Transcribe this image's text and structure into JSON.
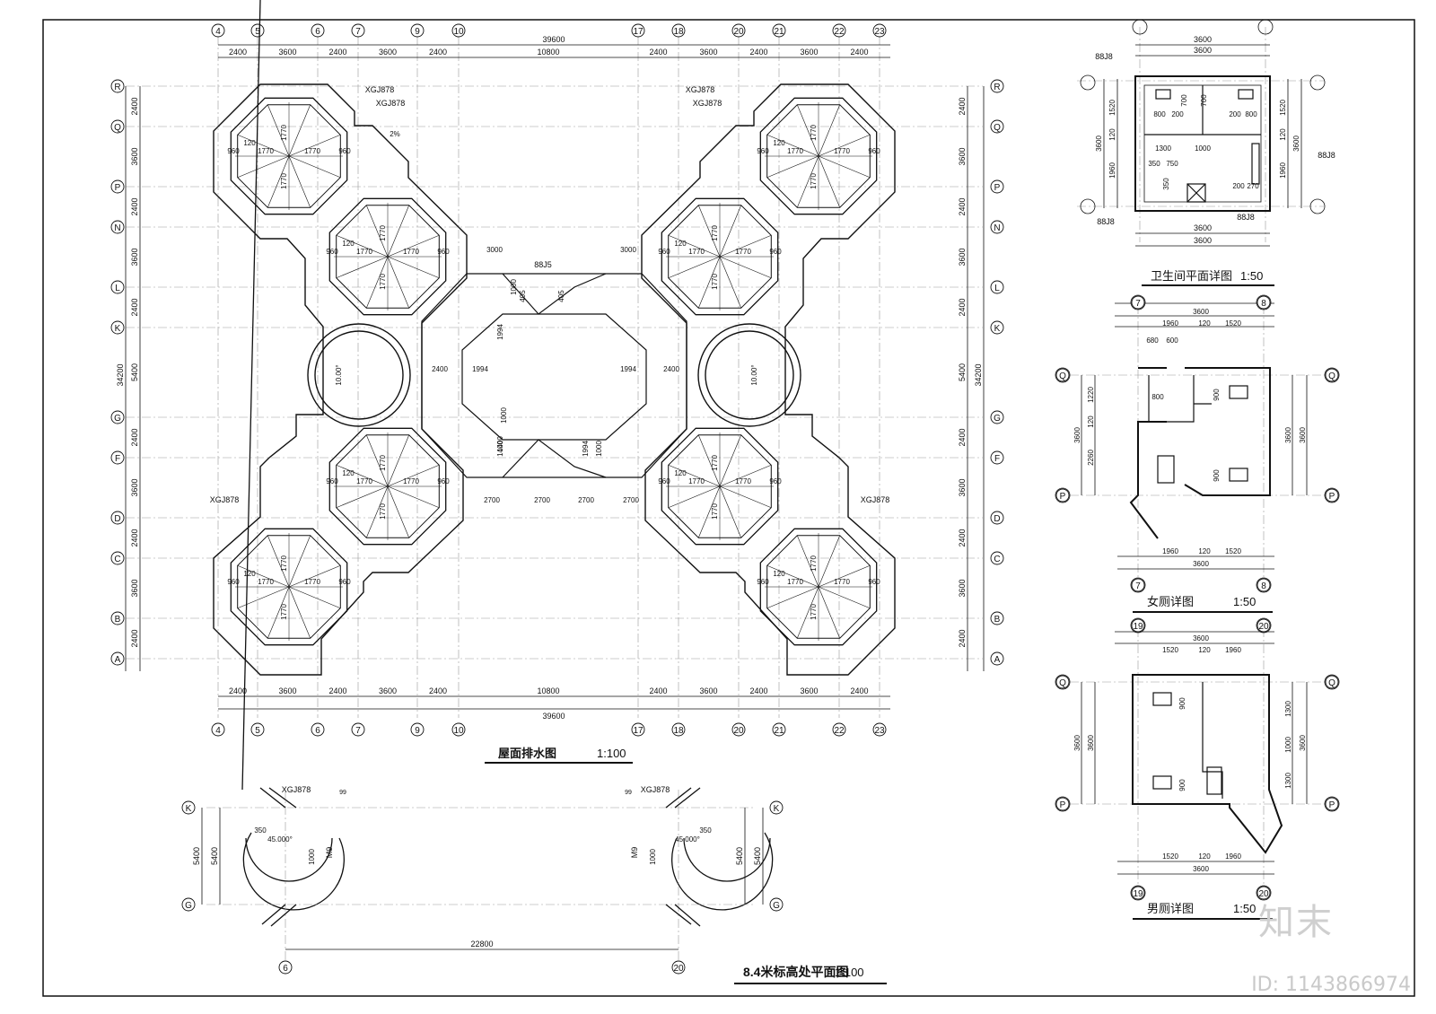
{
  "roof_plan": {
    "title": "屋面排水图",
    "scale": "1:100",
    "top_axes": [
      "4",
      "5",
      "6",
      "7",
      "9",
      "10",
      "17",
      "18",
      "20",
      "21",
      "22",
      "23"
    ],
    "bottom_axes": [
      "4",
      "5",
      "6",
      "7",
      "9",
      "10",
      "17",
      "18",
      "20",
      "21",
      "22",
      "23"
    ],
    "left_axes": [
      "R",
      "Q",
      "P",
      "N",
      "L",
      "K",
      "G",
      "F",
      "D",
      "C",
      "B",
      "A"
    ],
    "right_axes": [
      "R",
      "Q",
      "P",
      "N",
      "L",
      "K",
      "G",
      "F",
      "D",
      "C",
      "B",
      "A"
    ],
    "top_total": "39600",
    "top_dims": [
      "2400",
      "3600",
      "2400",
      "3600",
      "2400",
      "10800",
      "2400",
      "3600",
      "2400",
      "3600",
      "2400"
    ],
    "bottom_total": "39600",
    "bottom_dims": [
      "2400",
      "3600",
      "2400",
      "3600",
      "2400",
      "10800",
      "2400",
      "3600",
      "2400",
      "3600",
      "2400"
    ],
    "left_total": "34200",
    "side_dims": [
      "2400",
      "3600",
      "2400",
      "3600",
      "2400",
      "5400",
      "2400",
      "3600",
      "2400",
      "3600",
      "2400"
    ],
    "right_total": "34200",
    "octagon_dims": {
      "a": "1770",
      "b": "960",
      "c": "120"
    },
    "round_roof": "10.00°",
    "center_dims": [
      "3000",
      "3000",
      "2400",
      "1994",
      "1994",
      "2400",
      "1994",
      "1400",
      "1000",
      "2700",
      "2700",
      "2700",
      "2700",
      "1400",
      "1000",
      "1994",
      "1000",
      "405",
      "405"
    ],
    "refs": [
      "XGJ878",
      "88J5",
      "XGJ878",
      "XGJ878",
      "XGJ878",
      "XGJ878",
      "XGJ878"
    ],
    "slope": "2%"
  },
  "level_plan": {
    "title": "8.4米标高处平面图",
    "scale": "1:100",
    "axes_left": [
      "K",
      "G"
    ],
    "axes_right": [
      "K",
      "G"
    ],
    "axes_bottom": [
      "6",
      "20"
    ],
    "dim_total": "22800",
    "dims_side": [
      "5400",
      "5400"
    ],
    "ref": "XGJ878",
    "ref_num": "99",
    "door": "M9",
    "dim_door": "1000",
    "angle": "45.000°",
    "small_dims": [
      "350",
      "350"
    ]
  },
  "toilet_plan": {
    "title": "卫生间平面详图",
    "scale": "1:50",
    "dims_top": [
      "3600",
      "3600"
    ],
    "dims_bottom": [
      "3600",
      "3600"
    ],
    "dims_left": [
      "3600",
      "1520",
      "120",
      "1960"
    ],
    "dims_right": [
      "3600",
      "1520",
      "120",
      "1960"
    ],
    "inner": [
      "800",
      "200",
      "700",
      "700",
      "200",
      "800",
      "1300",
      "1000",
      "350",
      "750",
      "350",
      "200",
      "270"
    ],
    "refs": [
      "88J8",
      "88J8",
      "88J8",
      "88J8"
    ]
  },
  "female_plan": {
    "title": "女厕详图",
    "scale": "1:50",
    "axes_top": [
      "7",
      "8"
    ],
    "axes_bottom": [
      "7",
      "8"
    ],
    "axes_side": [
      "Q",
      "P"
    ],
    "dims_top": [
      "3600",
      "1960",
      "120",
      "1520",
      "680",
      "600"
    ],
    "dims_bottom": [
      "1960",
      "120",
      "1520",
      "3600"
    ],
    "dims_left": [
      "3600",
      "1220",
      "120",
      "2260"
    ],
    "dims_right": [
      "3600",
      "3600"
    ],
    "inner": [
      "800",
      "900",
      "900"
    ]
  },
  "male_plan": {
    "title": "男厕详图",
    "scale": "1:50",
    "axes_top": [
      "19",
      "20"
    ],
    "axes_bottom": [
      "19",
      "20"
    ],
    "axes_side": [
      "Q",
      "P"
    ],
    "dims_top": [
      "3600",
      "1520",
      "120",
      "1960"
    ],
    "dims_bottom": [
      "1520",
      "120",
      "1960",
      "3600"
    ],
    "dims_left": [
      "3600",
      "3600"
    ],
    "dims_right": [
      "1300",
      "1000",
      "1300",
      "3600"
    ],
    "inner": [
      "900",
      "900"
    ]
  },
  "watermark": {
    "logo": "知末",
    "id": "ID: 1143866974"
  }
}
